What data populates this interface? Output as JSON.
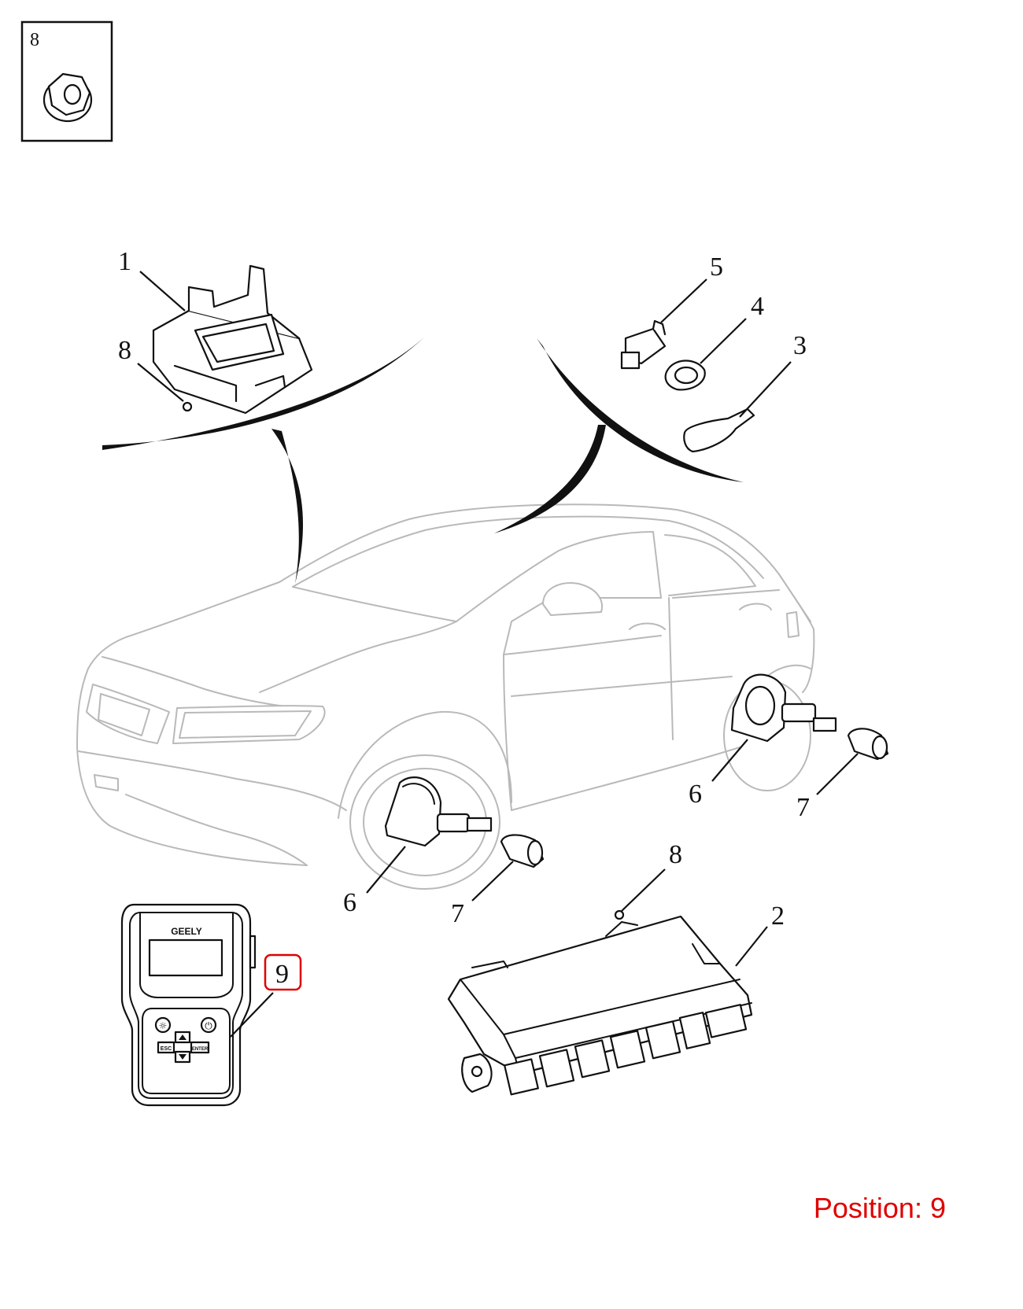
{
  "callouts": {
    "inset_nut": "8",
    "tpms_module_top": "1",
    "nut_top": "8",
    "sensor_body": "5",
    "grommet_clip": "4",
    "seal_tab": "3",
    "sensor_front": "6",
    "valve_cap_front": "7",
    "sensor_rear": "6",
    "valve_cap_rear": "7",
    "nut_bottom": "8",
    "control_module": "2",
    "diagnostic_tool": "9"
  },
  "tool": {
    "brand": "GEELY",
    "esc_label": "ESC",
    "enter_label": "ENTER"
  },
  "position": {
    "label": "Position:",
    "value": "9"
  },
  "colors": {
    "highlight": "#e00000",
    "line": "#111111",
    "car_outline": "#b9b9b9"
  }
}
